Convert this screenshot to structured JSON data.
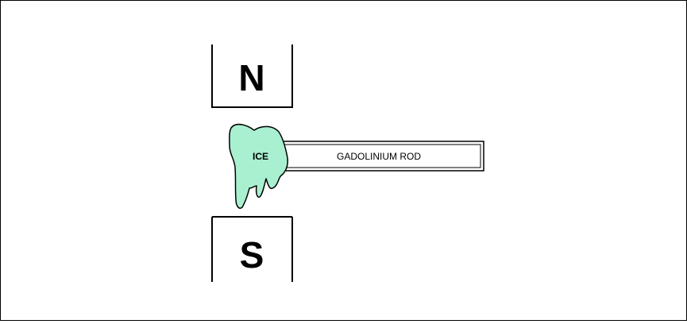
{
  "magnets": {
    "north_label": "N",
    "south_label": "S"
  },
  "rod": {
    "label": "GADOLINIUM  ROD"
  },
  "ice": {
    "label": "ICE",
    "color": "#a8f0d0"
  }
}
